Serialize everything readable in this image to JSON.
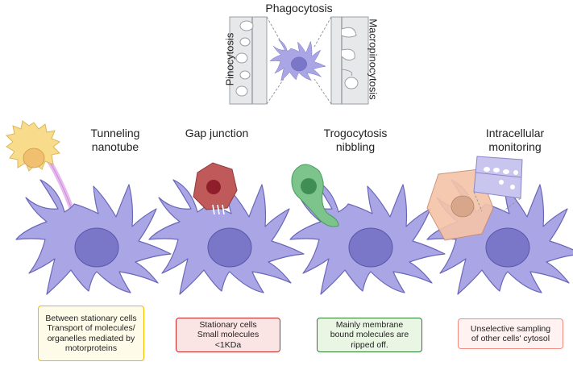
{
  "top": {
    "title": "Phagocytosis",
    "left_label": "Pinocytosis",
    "right_label": "Macropinocytosis"
  },
  "panels": [
    {
      "title_lines": [
        "Tunneling",
        "nanotube"
      ],
      "box_lines": [
        "Between stationary cells",
        "Transport of molecules/",
        "organelles mediated by",
        "motorproteins"
      ],
      "box_color": "#f4b400"
    },
    {
      "title_lines": [
        "Gap junction"
      ],
      "box_lines": [
        "Stationary cells",
        "Small molecules",
        "<1KDa"
      ],
      "box_color": "#c62828"
    },
    {
      "title_lines": [
        "Trogocytosis",
        "nibbling"
      ],
      "box_lines": [
        "Mainly membrane",
        "bound molecules are",
        "ripped off."
      ],
      "box_color": "#2e7d32"
    },
    {
      "title_lines": [
        "Intracellular",
        "monitoring"
      ],
      "box_lines": [
        "Unselective sampling",
        "of other cells' cytosol"
      ],
      "box_color": "#f28b82"
    }
  ],
  "colors": {
    "dendritic_cell": "#aaa6e6",
    "dendritic_cell_edge": "#6a66b8",
    "nucleus": "#7b77c8",
    "tunneling_cell": "#f8dc8c",
    "nanotube": "#e8b8f0",
    "gap_cell": "#c05a5a",
    "trogo_cell": "#7cc48c",
    "monitor_cell": "#f5c4a8",
    "membrane_panel": "#e6e8ea"
  }
}
